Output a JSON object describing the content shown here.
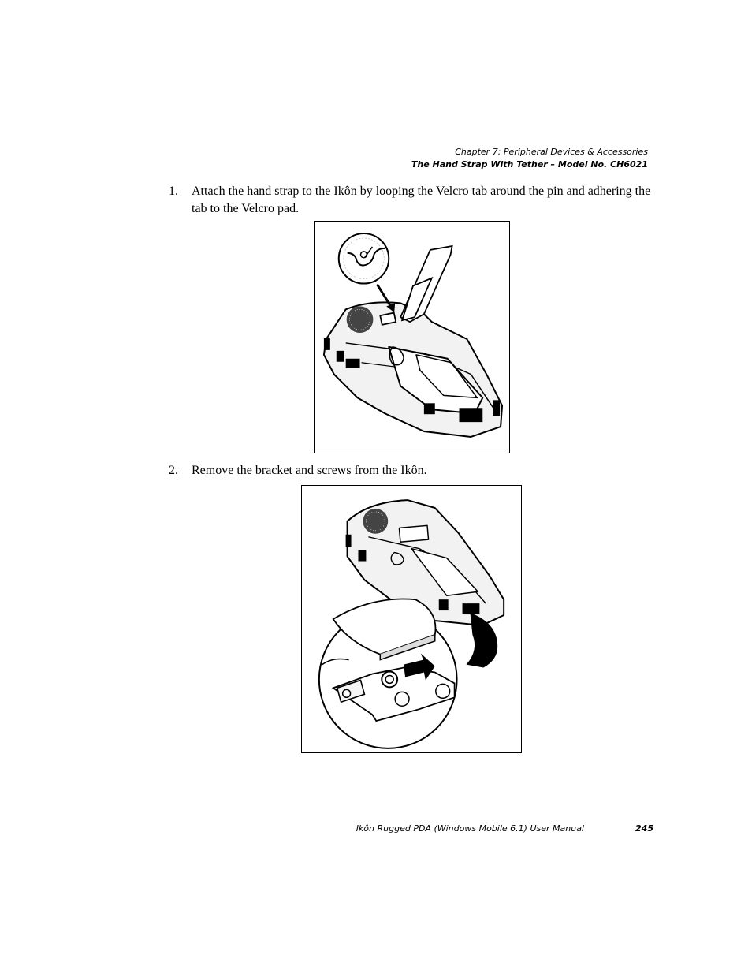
{
  "header": {
    "chapter": "Chapter 7: Peripheral Devices & Accessories",
    "section": "The Hand Strap With Tether – Model No. CH6021"
  },
  "steps": [
    {
      "number": "1.",
      "text": "Attach the hand strap to the Ikôn by looping the Velcro tab around the pin and adhering the tab to the Velcro pad."
    },
    {
      "number": "2.",
      "text": "Remove the bracket and screws from the Ikôn."
    }
  ],
  "footer": {
    "manual_title": "Ikôn Rugged PDA (Windows Mobile 6.1) User Manual",
    "page_number": "245"
  }
}
